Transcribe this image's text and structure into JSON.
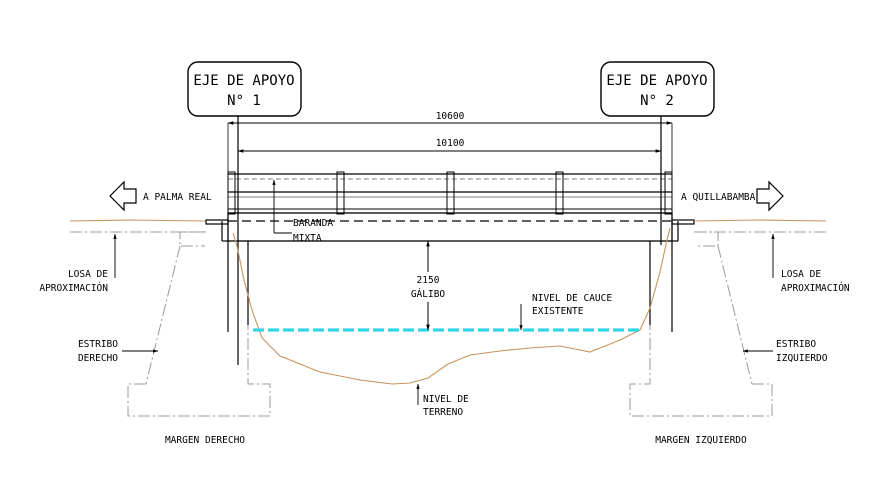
{
  "supports": {
    "left": {
      "line1": "EJE DE APOYO",
      "line2": "N° 1"
    },
    "right": {
      "line1": "EJE DE APOYO",
      "line2": "N° 2"
    }
  },
  "dimensions": {
    "total": "10600",
    "clear": "10100",
    "clearance_value": "2150",
    "clearance_label": "GÁLIBO"
  },
  "directions": {
    "left": "A PALMA REAL",
    "right": "A QUILLABAMBA"
  },
  "labels": {
    "railing_1": "BARANDA",
    "railing_2": "MIXTA",
    "riverbed_1": "NIVEL DE CAUCE",
    "riverbed_2": "EXISTENTE",
    "terrain_1": "NIVEL DE",
    "terrain_2": "TERRENO",
    "slab_left_1": "LOSA DE",
    "slab_left_2": "APROXIMACIÓN",
    "slab_right_1": "LOSA DE",
    "slab_right_2": "APROXIMACIÓN",
    "abutment_left_1": "ESTRIBO",
    "abutment_left_2": "DERECHO",
    "abutment_right_1": "ESTRIBO",
    "abutment_right_2": "IZQUIERDO",
    "margin_left": "MARGEN DERECHO",
    "margin_right": "MARGEN IZQUIERDO"
  },
  "colors": {
    "line": "#000000",
    "hidden": "#9a9a9a",
    "terrain": "#c8935f",
    "water": "#33d5e6"
  }
}
